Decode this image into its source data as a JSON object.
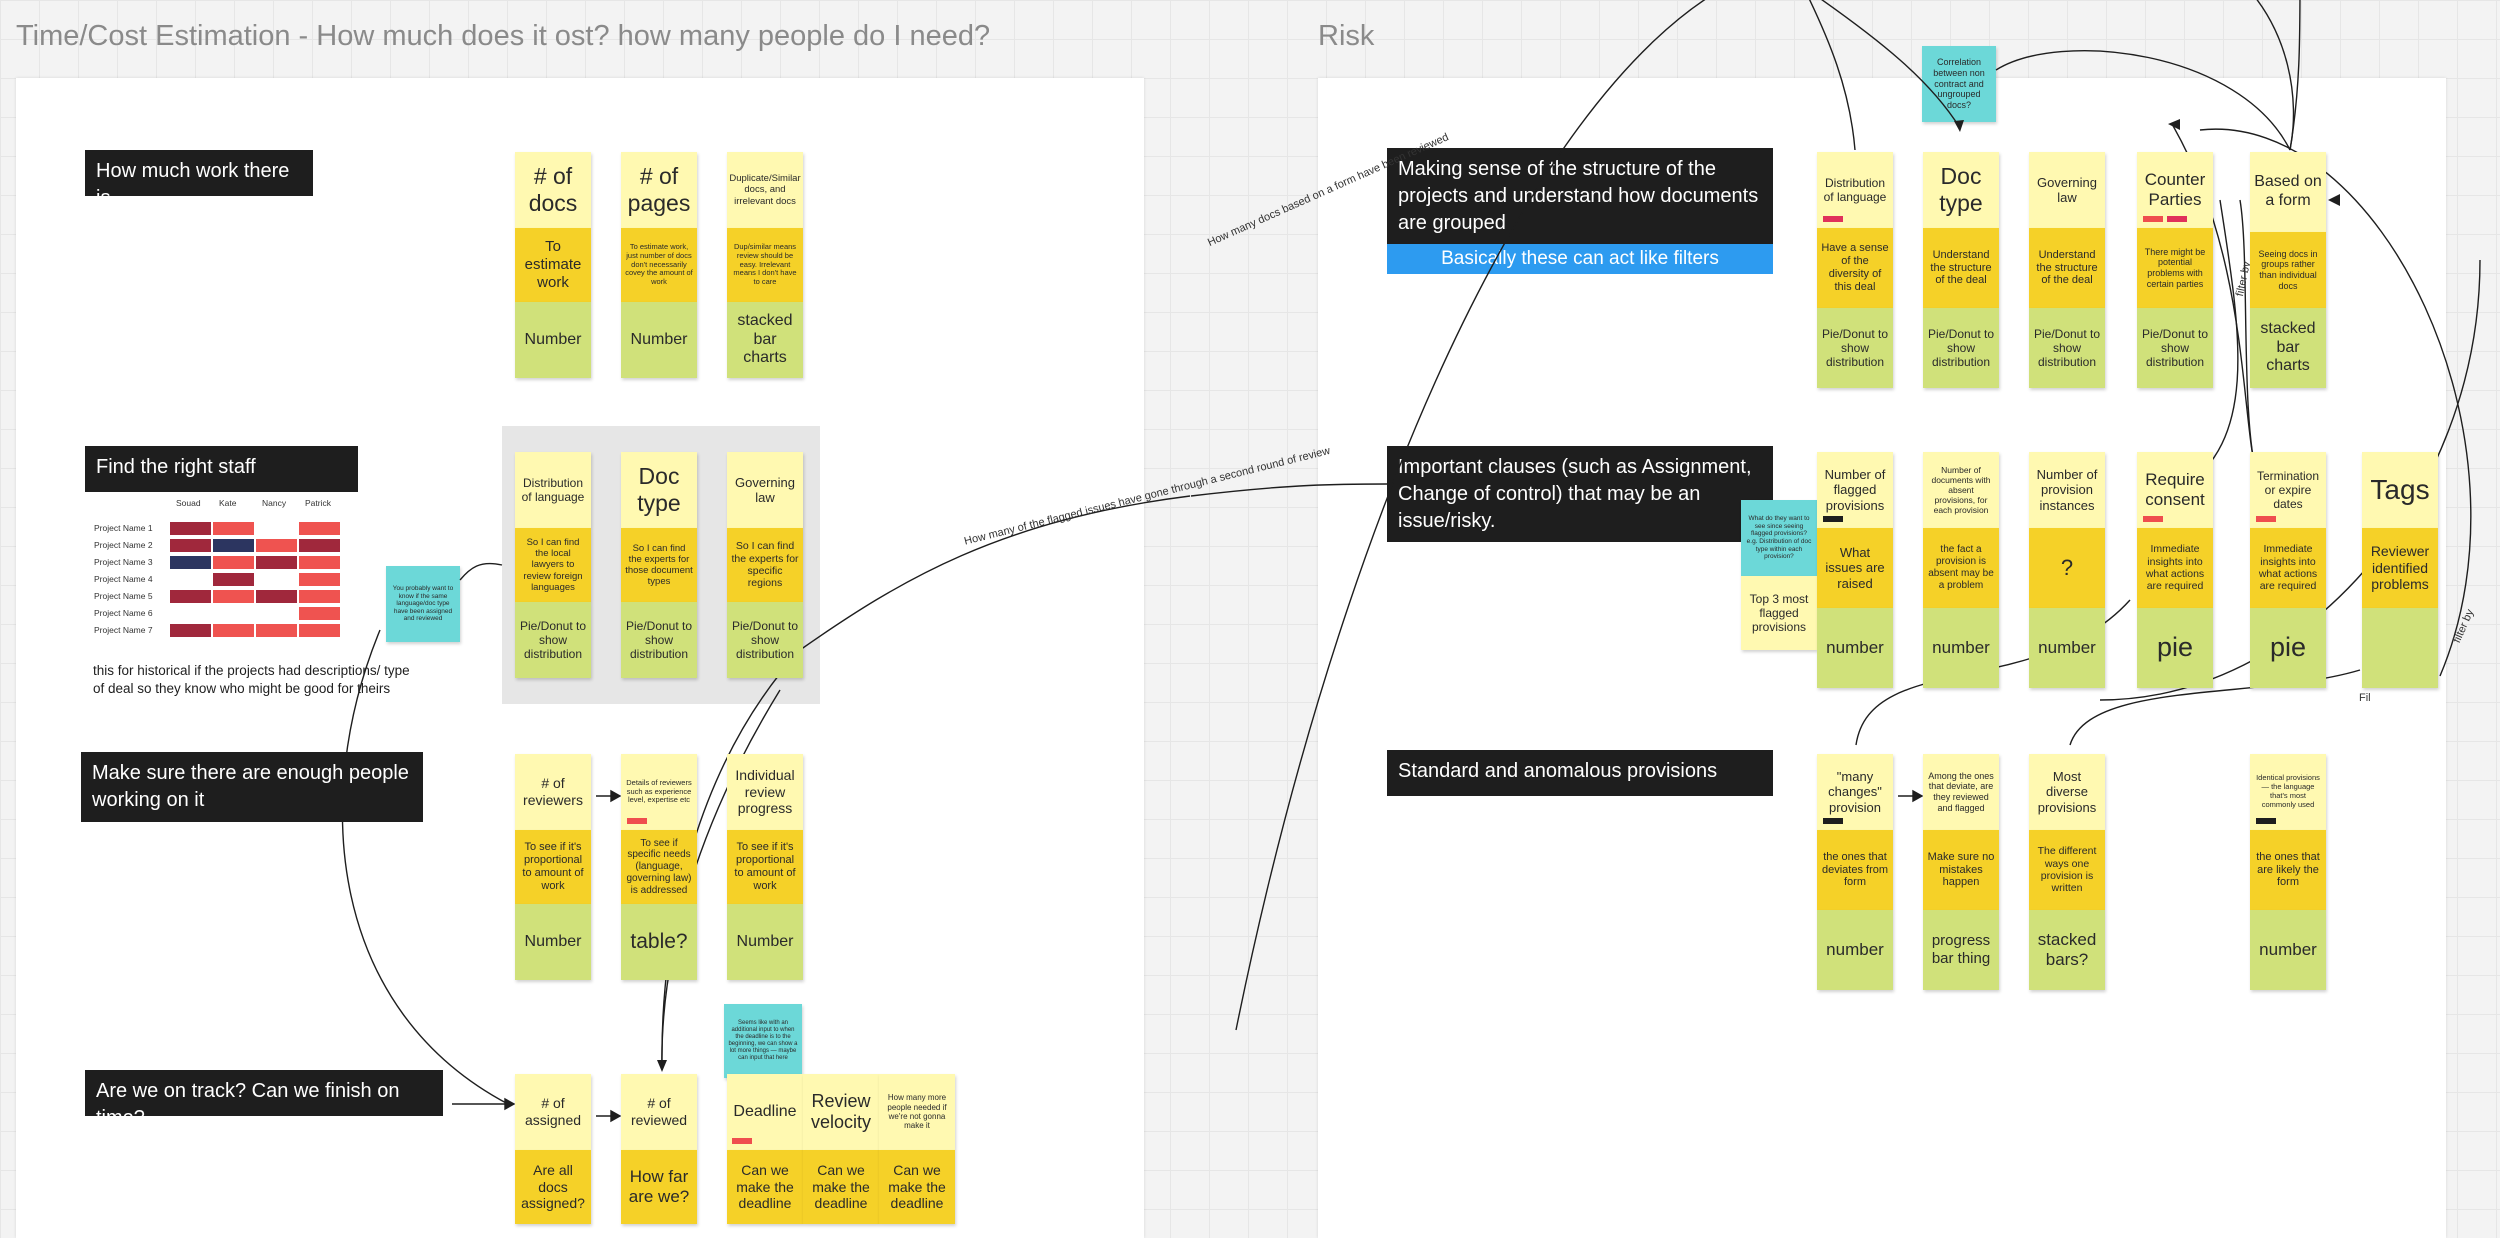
{
  "frames": {
    "left_title": "Time/Cost Estimation - How much does it ost? how many people do I need?",
    "right_title": "Risk"
  },
  "sections": {
    "work": "How much work there is",
    "staff": "Find the right staff",
    "enough": "Make sure there are enough people working on it",
    "track": "Are we on track? Can we finish on time?",
    "structure": "Making sense of the structure of the projects and understand how documents are grouped",
    "filters": "Basically these can act like filters",
    "clauses": "Important clauses (such as Assignment, Change of control) that may be an issue/risky.",
    "standard": "Standard and anomalous provisions"
  },
  "notes": {
    "historical": "this for historical if the projects had descriptions/ type of deal so they know who might be good for theirs",
    "teal_staff": "You probably want to know if the same language/doc type have been assigned and reviewed",
    "teal_correlation": "Correlation between non contract and ungrouped docs?",
    "teal_deadline": "Seems like with an additional input to when the deadline is to the beginning, we can show a lot more things — maybe can input that here",
    "teal_flagged": "What do they want to see since seeing flagged provisions? e.g. Distribution of doc type within each provision?",
    "top3_flagged": "Top 3 most flagged provisions"
  },
  "connector_labels": {
    "docs_form": "How many docs based on a form have been reviewed",
    "flagged_round": "How many of the flagged issues have gone through a second round of review",
    "filter_by_1": "filter by",
    "filter_by_2": "filter by",
    "filter_by_3": "Fil"
  },
  "heatmap": {
    "people": [
      "Souad",
      "Kate",
      "Nancy",
      "Patrick"
    ],
    "projects": [
      "Project Name 1",
      "Project Name 2",
      "Project Name 3",
      "Project Name 4",
      "Project Name 5",
      "Project Name 6",
      "Project Name 7"
    ],
    "colors": {
      "none": "#ffffff",
      "light": "#ef5350",
      "dark": "#a0283c",
      "navy": "#2c3560"
    },
    "grid": [
      [
        "dark",
        "light",
        "none",
        "light"
      ],
      [
        "dark",
        "navy",
        "light",
        "dark"
      ],
      [
        "navy",
        "light",
        "dark",
        "light"
      ],
      [
        "none",
        "dark",
        "none",
        "light"
      ],
      [
        "dark",
        "light",
        "dark",
        "light"
      ],
      [
        "none",
        "none",
        "none",
        "light"
      ],
      [
        "dark",
        "light",
        "light",
        "light"
      ]
    ]
  },
  "stickies": {
    "docs_h": "# of docs",
    "docs_p": "To estimate work",
    "docs_v": "Number",
    "pages_h": "# of pages",
    "pages_p": "To estimate work, just number of docs don't necessarily covey the amount of work",
    "pages_v": "Number",
    "dup_h": "Duplicate/Similar docs, and irrelevant docs",
    "dup_p": "Dup/similar means review should be easy. Irrelevant means I don't have to care",
    "dup_v": "stacked bar charts",
    "s_lang_h": "Distribution of language",
    "s_lang_p": "So I can find the local lawyers to review foreign languages",
    "s_lang_v": "Pie/Donut to show distribution",
    "s_doc_h": "Doc type",
    "s_doc_p": "So I can find the experts for those document types",
    "s_doc_v": "Pie/Donut to show distribution",
    "s_gov_h": "Governing law",
    "s_gov_p": "So I can find the experts for specific regions",
    "s_gov_v": "Pie/Donut to show distribution",
    "rev_h": "# of reviewers",
    "rev_p": "To see if it's proportional to amount of work",
    "rev_v": "Number",
    "det_h": "Details of reviewers such as experience level, expertise etc",
    "det_p": "To see if specific needs (language, governing law) is addressed",
    "det_v": "table?",
    "ind_h": "Individual review progress",
    "ind_p": "To see if it's proportional to amount of work",
    "ind_v": "Number",
    "asg_h": "# of assigned",
    "asg_p": "Are all docs assigned?",
    "rvd_h": "# of reviewed",
    "rvd_p": "How far are we?",
    "dl_h": "Deadline",
    "dl_p": "Can we make the deadline",
    "vel_h": "Review velocity",
    "vel_p": "Can we make the deadline",
    "more_h": "How many more people needed if we're not gonna make it",
    "more_p": "Can we make the deadline",
    "r_lang_h": "Distribution of language",
    "r_lang_p": "Have a sense of the diversity of this deal",
    "r_lang_v": "Pie/Donut to show distribution",
    "r_doc_h": "Doc type",
    "r_doc_p": "Understand the structure of the deal",
    "r_doc_v": "Pie/Donut to show distribution",
    "r_gov_h": "Governing law",
    "r_gov_p": "Understand the structure of the deal",
    "r_gov_v": "Pie/Donut to show distribution",
    "cp_h": "Counter Parties",
    "cp_p": "There might be potential problems with certain parties",
    "cp_v": "Pie/Donut to show distribution",
    "form_h": "Based on a form",
    "form_p": "Seeing docs in groups rather than individual docs",
    "form_v": "stacked bar charts",
    "fp_h": "Number of flagged provisions",
    "fp_p": "What issues are raised",
    "fp_v": "number",
    "abs_h": "Number of documents with absent provisions, for each provision",
    "abs_p": "the fact a provision is absent may be a problem",
    "abs_v": "number",
    "inst_h": "Number of provision instances",
    "inst_p": "?",
    "inst_v": "number",
    "req_h": "Require consent",
    "req_p": "Immediate insights into what actions are required",
    "req_v": "pie",
    "term_h": "Termination or expire dates",
    "term_p": "Immediate insights into what actions are required",
    "term_v": "pie",
    "tags_h": "Tags",
    "tags_p": "Reviewer identified problems",
    "tags_v": "",
    "many_h": "\"many changes\" provision",
    "many_p": "the ones that deviates from form",
    "many_v": "number",
    "among_h": "Among the ones that deviate, are they reviewed and flagged",
    "among_p": "Make sure no mistakes happen",
    "among_v": "progress bar thing",
    "div_h": "Most diverse provisions",
    "div_p": "The different ways one provision is written",
    "div_v": "stacked bars?",
    "ident_h": "Identical provisions — the language that's most commonly used",
    "ident_p": "the ones that are likely the form",
    "ident_v": "number"
  }
}
